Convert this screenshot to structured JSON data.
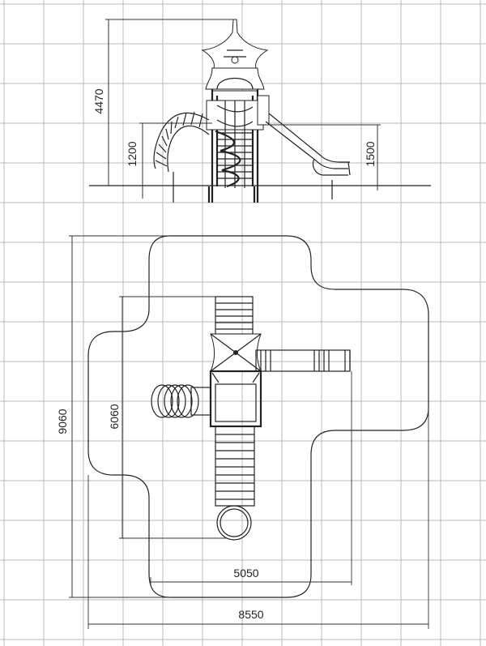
{
  "elevation": {
    "overall_height": "4470",
    "platform_height": "1200",
    "slide_height": "1500"
  },
  "plan": {
    "safety_zone_depth": "9060",
    "equipment_depth": "6060",
    "equipment_width": "5050",
    "safety_zone_width": "8550"
  },
  "colors": {
    "grid": "#b9b9b9",
    "line": "#222222",
    "background": "#ffffff"
  }
}
